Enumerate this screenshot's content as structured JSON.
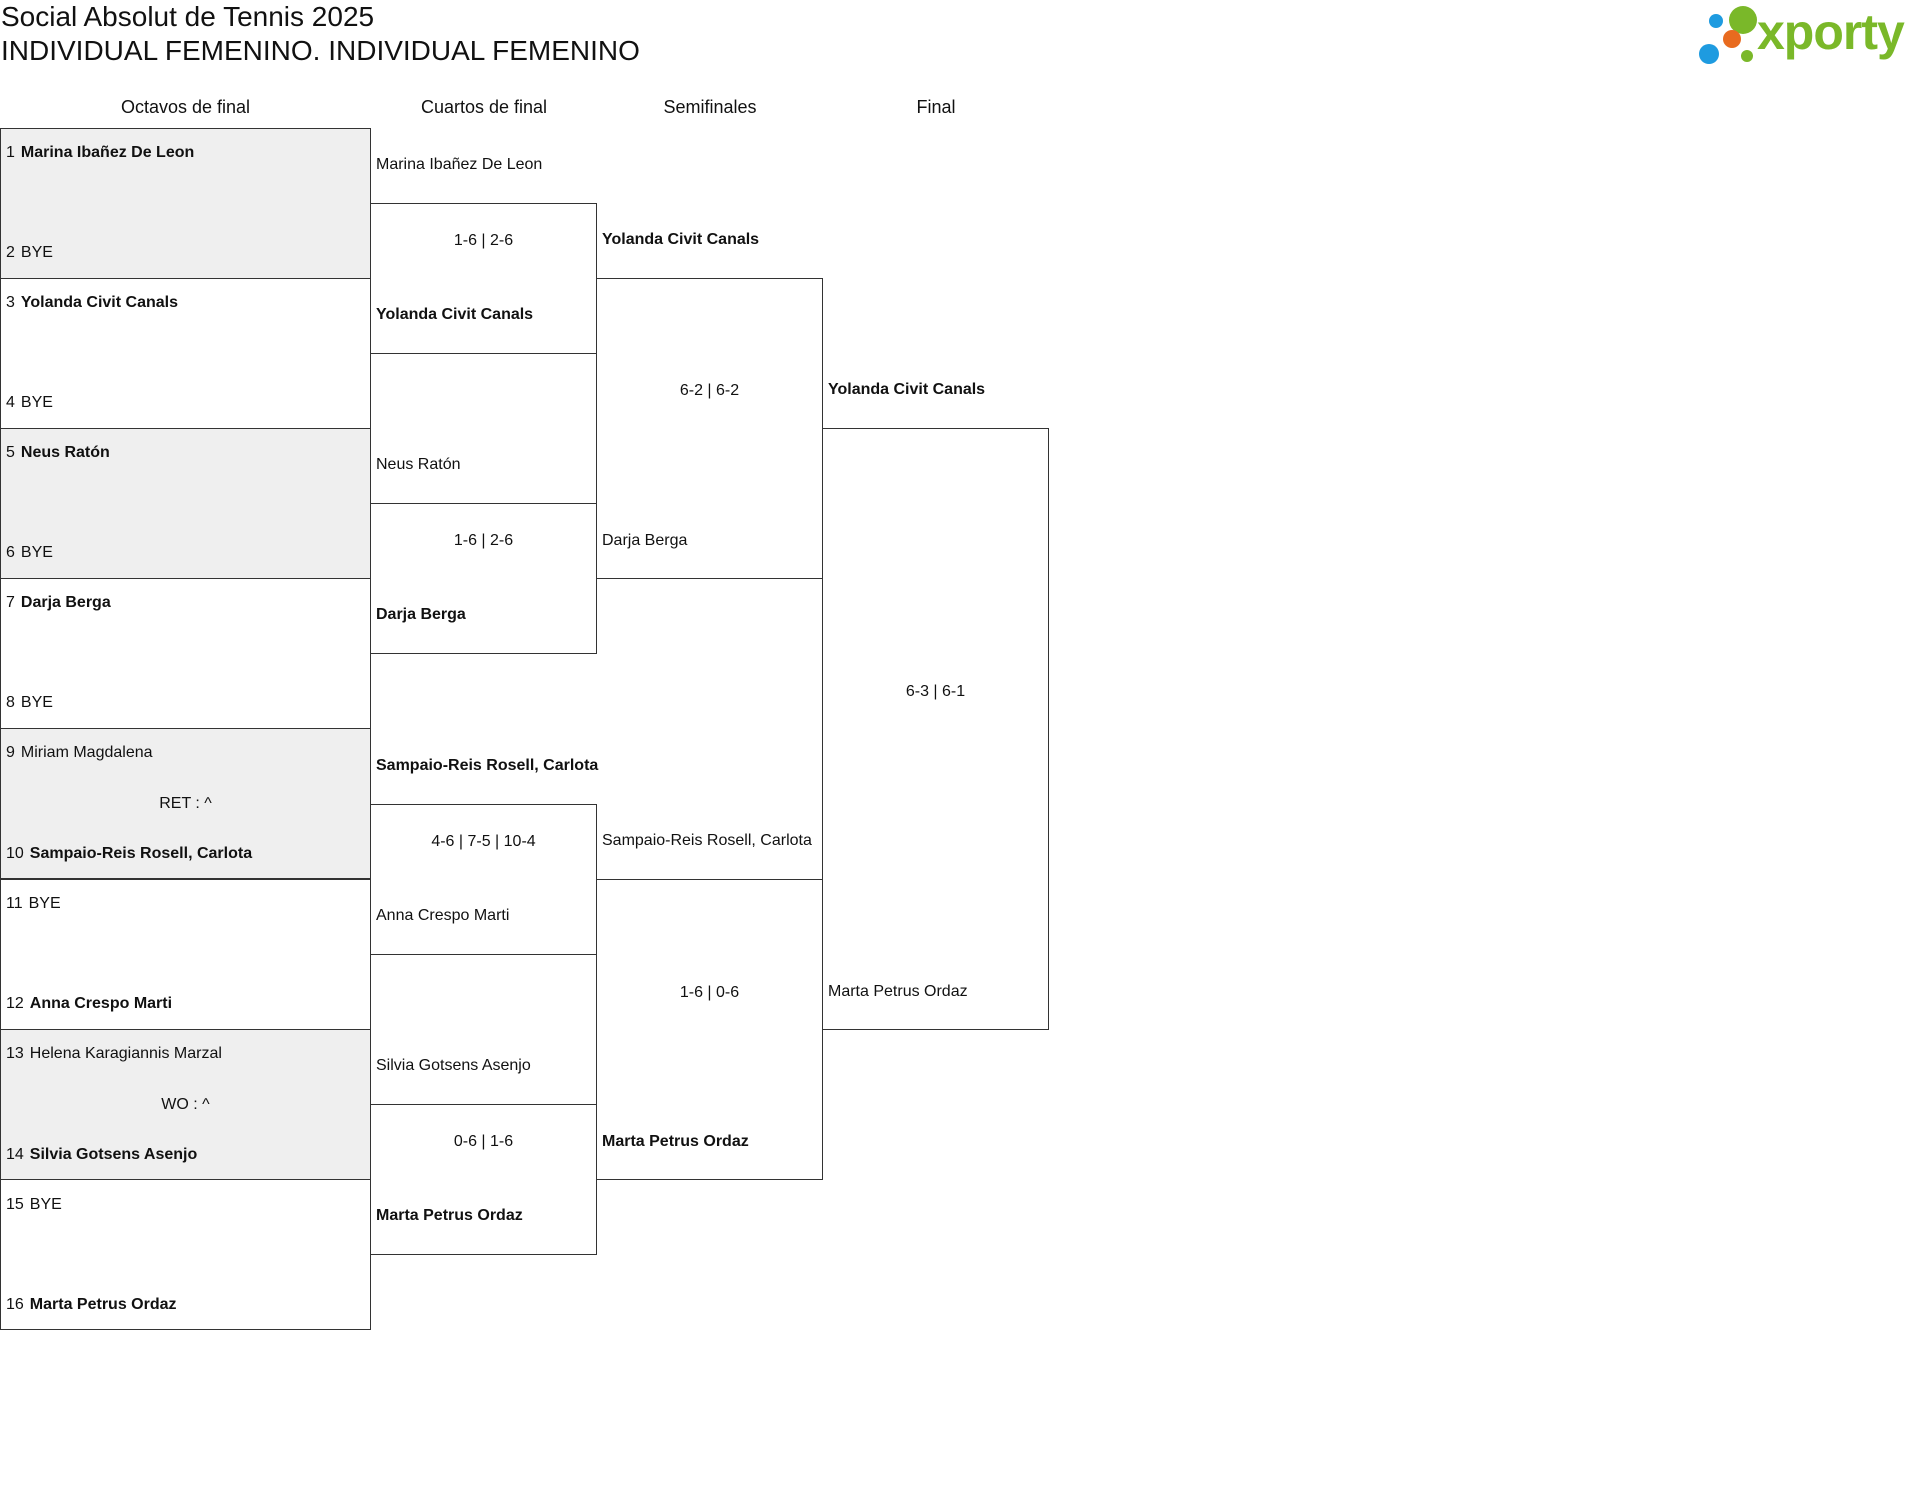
{
  "header": {
    "title": "Social Absolut de Tennis 2025",
    "subtitle": "INDIVIDUAL FEMENINO. INDIVIDUAL FEMENINO",
    "logo_text": "xporty"
  },
  "rounds": [
    "Octavos de final",
    "Cuartos de final",
    "Semifinales",
    "Final"
  ],
  "round1": {
    "players": [
      {
        "seed": "1",
        "name": "Marina Ibañez De Leon"
      },
      {
        "seed": "2",
        "name": "BYE"
      },
      {
        "seed": "3",
        "name": "Yolanda Civit Canals"
      },
      {
        "seed": "4",
        "name": "BYE"
      },
      {
        "seed": "5",
        "name": "Neus Ratón"
      },
      {
        "seed": "6",
        "name": "BYE"
      },
      {
        "seed": "7",
        "name": "Darja Berga"
      },
      {
        "seed": "8",
        "name": "BYE"
      },
      {
        "seed": "9",
        "name": "Miriam Magdalena"
      },
      {
        "seed": "10",
        "name": "Sampaio-Reis Rosell, Carlota"
      },
      {
        "seed": "11",
        "name": "BYE"
      },
      {
        "seed": "12",
        "name": "Anna Crespo Marti"
      },
      {
        "seed": "13",
        "name": "Helena Karagiannis Marzal"
      },
      {
        "seed": "14",
        "name": "Silvia Gotsens Asenjo"
      },
      {
        "seed": "15",
        "name": "BYE"
      },
      {
        "seed": "16",
        "name": "Marta Petrus Ordaz"
      }
    ],
    "notes": {
      "match5": "RET : ^",
      "match7": "WO : ^"
    }
  },
  "quarterfinals": {
    "players": [
      "Marina Ibañez De Leon",
      "Yolanda Civit Canals",
      "Neus Ratón",
      "Darja Berga",
      "Sampaio-Reis Rosell, Carlota",
      "Anna Crespo Marti",
      "Silvia Gotsens Asenjo",
      "Marta Petrus Ordaz"
    ],
    "scores": [
      "1-6 | 2-6",
      "1-6 | 2-6",
      "4-6 | 7-5 | 10-4",
      "0-6 | 1-6"
    ]
  },
  "semifinals": {
    "players": [
      "Yolanda Civit Canals",
      "Darja Berga",
      "Sampaio-Reis Rosell, Carlota",
      "Marta Petrus Ordaz"
    ],
    "scores": [
      "6-2 | 6-2",
      "1-6 | 0-6"
    ]
  },
  "final": {
    "players": [
      "Yolanda Civit Canals",
      "Marta Petrus Ordaz"
    ],
    "score": "6-3 | 6-1"
  },
  "colors": {
    "logo_green": "#7ab829",
    "logo_blue": "#1e9be0",
    "logo_orange": "#e86b1f",
    "shaded_match": "#efefef"
  }
}
